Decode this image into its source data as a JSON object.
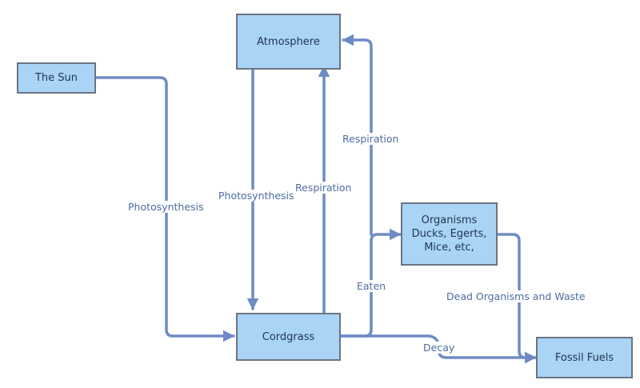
{
  "diagram": {
    "nodes": {
      "sun": "The Sun",
      "atmosphere": "Atmosphere",
      "organisms": "Organisms\nDucks, Egerts,\nMice, etc,",
      "cordgrass": "Cordgrass",
      "fossil_fuels": "Fossil Fuels"
    },
    "edges": {
      "sun_to_cordgrass": "Photosynthesis",
      "atmosphere_to_cordgrass": "Photosynthesis",
      "cordgrass_to_atmosphere": "Respiration",
      "organisms_to_atmosphere": "Respiration",
      "cordgrass_to_organisms": "Eaten",
      "organisms_to_fossil": "Dead Organisms and Waste",
      "cordgrass_to_fossil": "Decay"
    },
    "colors": {
      "node_fill": "#a9d4f5",
      "node_border": "#6b7480",
      "arrow": "#6e8cc4",
      "label_text": "#4e6d9f"
    }
  }
}
